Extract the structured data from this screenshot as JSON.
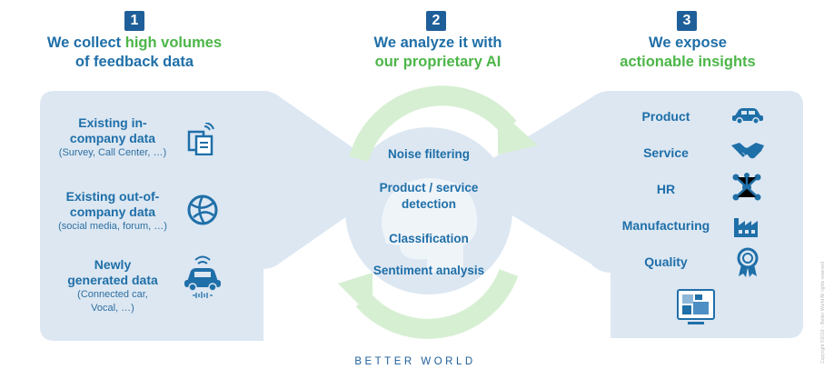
{
  "steps": [
    {
      "number": "1",
      "line1_a": "We collect ",
      "line1_b": "high volumes",
      "line2": "of feedback data"
    },
    {
      "number": "2",
      "line1": "We analyze it with",
      "line2": "our proprietary AI"
    },
    {
      "number": "3",
      "line1": "We expose",
      "line2": "actionable insights"
    }
  ],
  "sources": [
    {
      "title_1": "Existing in-",
      "title_2": "company data",
      "sub_1": "(Survey, Call Center, …)",
      "icon": "documents-icon"
    },
    {
      "title_1": "Existing out-of-",
      "title_2": "company data",
      "sub_1": "(social media, forum, …)",
      "icon": "globe-icon"
    },
    {
      "title_1": "Newly",
      "title_2": "generated data",
      "sub_1": "(Connected car,",
      "sub_2": "Vocal, …)",
      "icon": "connected-car-icon"
    }
  ],
  "analysis": [
    "Noise filtering",
    "Product / service detection",
    "Classification",
    "Sentiment analysis"
  ],
  "analysis_detection_lines": [
    "Product / service",
    "detection"
  ],
  "insights": [
    {
      "label": "Product",
      "icon": "car-icon"
    },
    {
      "label": "Service",
      "icon": "handshake-icon"
    },
    {
      "label": "HR",
      "icon": "people-network-icon"
    },
    {
      "label": "Manufacturing",
      "icon": "factory-icon"
    },
    {
      "label": "Quality",
      "icon": "award-ribbon-icon"
    }
  ],
  "dashboard_icon": "dashboard-icon",
  "footer": "BETTER WORLD",
  "copyright": "Copyright ©2019 – Better World All rights reserved",
  "colors": {
    "blue": "#1f6fa8",
    "green": "#4cb648",
    "panel": "#dce7f2",
    "arrow": "#d9f0d5",
    "badge": "#1f5f99"
  }
}
